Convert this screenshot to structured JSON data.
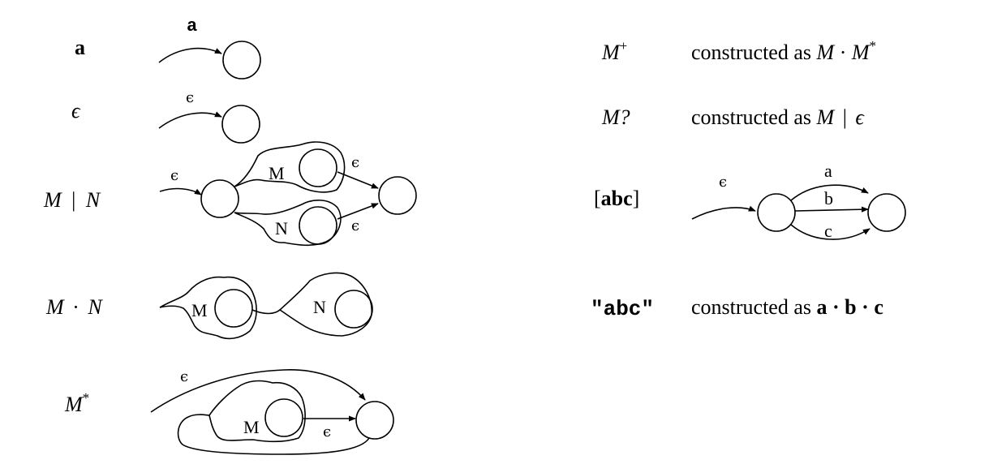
{
  "left": {
    "r1": {
      "expr": "a",
      "edge": "a"
    },
    "r2": {
      "expr": "ϵ",
      "edge": "ϵ"
    },
    "r3": {
      "expr_m": "M",
      "expr_bar": "|",
      "expr_n": "N",
      "in_edge": "ϵ",
      "m_label": "M",
      "n_label": "N",
      "out_top": "ϵ",
      "out_bot": "ϵ"
    },
    "r4": {
      "expr_m": "M",
      "expr_dot": "·",
      "expr_n": "N",
      "m_label": "M",
      "n_label": "N"
    },
    "r5": {
      "expr": "M",
      "expr_sup": "*",
      "top_edge": "ϵ",
      "m_label": "M",
      "inner_edge": "ϵ"
    }
  },
  "right": {
    "r1": {
      "expr": "M",
      "expr_sup": "+",
      "desc": "constructed as",
      "f_m": "M",
      "f_dot": "·",
      "f_m2": "M",
      "f_sup": "*"
    },
    "r2": {
      "expr": "M?",
      "desc": "constructed as",
      "f_m": "M",
      "f_bar": "|",
      "f_eps": "ϵ"
    },
    "r3": {
      "expr_l": "[",
      "expr_b": "abc",
      "expr_r": "]",
      "in_edge": "ϵ",
      "labels": [
        "a",
        "b",
        "c"
      ]
    },
    "r4": {
      "expr": "\"abc\"",
      "desc": "constructed as",
      "f": "a · b · c"
    }
  }
}
